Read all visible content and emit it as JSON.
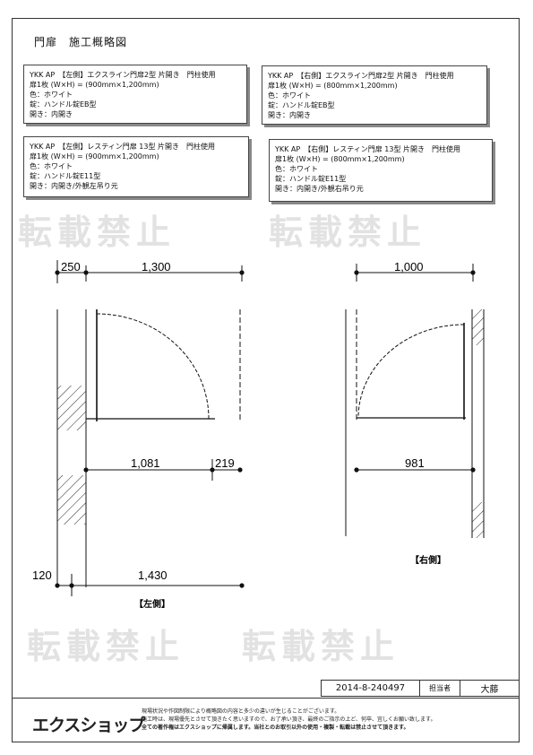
{
  "title": "門扉　施工概略図",
  "watermark": "転載禁止",
  "specs": [
    {
      "lines": [
        "YKK AP　【左側】エクスライン門扉2型 片開き　門柱使用",
        "扉1枚 (W×H) = (900mm×1,200mm)",
        "色：ホワイト",
        "錠：ハンドル錠EB型",
        "開き：内開き"
      ]
    },
    {
      "lines": [
        "YKK AP　【右側】エクスライン門扉2型 片開き　門柱使用",
        "扉1枚 (W×H) = (800mm×1,200mm)",
        "色：ホワイト",
        "錠：ハンドル錠EB型",
        "開き：内開き"
      ]
    },
    {
      "lines": [
        "YKK AP　【左側】レスティン門扉 13型 片開き　門柱使用",
        "扉1枚 (W×H) = (900mm×1,200mm)",
        "色：ホワイト",
        "錠：ハンドル錠E11型",
        "開き：内開き/外観左吊り元"
      ]
    },
    {
      "lines": [
        "YKK AP　【右側】レスティン門扉 13型 片開き　門柱使用",
        "扉1枚 (W×H) = (800mm×1,200mm)",
        "色：ホワイト",
        "錠：ハンドル錠E11型",
        "開き：内開き/外観右吊り元"
      ]
    }
  ],
  "dimensions": {
    "left_top_a": "250",
    "left_top_b": "1,300",
    "left_mid_a": "1,081",
    "left_mid_b": "219",
    "left_bottom_a": "120",
    "left_bottom_b": "1,430",
    "right_top": "1,000",
    "right_mid": "981"
  },
  "labels": {
    "left": "【左側】",
    "right": "【右側】"
  },
  "footer": {
    "doc_number": "2014-8-240497",
    "person_label": "担当者",
    "person_name": "大藤",
    "logo": "エクスショップ",
    "notes": [
      "現場状況や作図制限により概略図の内容と多少の違いが生じることがございます。",
      "施工時は、現場優先とさせて頂きたく思いますので、お了承い頂き、最終のご指示の上ど、何卒、宜しくお願い致します。",
      "全ての著作権はエクスショップに帰属します。当社とのお取引以外の使用・複製・転載は禁止させて頂きます。"
    ]
  }
}
